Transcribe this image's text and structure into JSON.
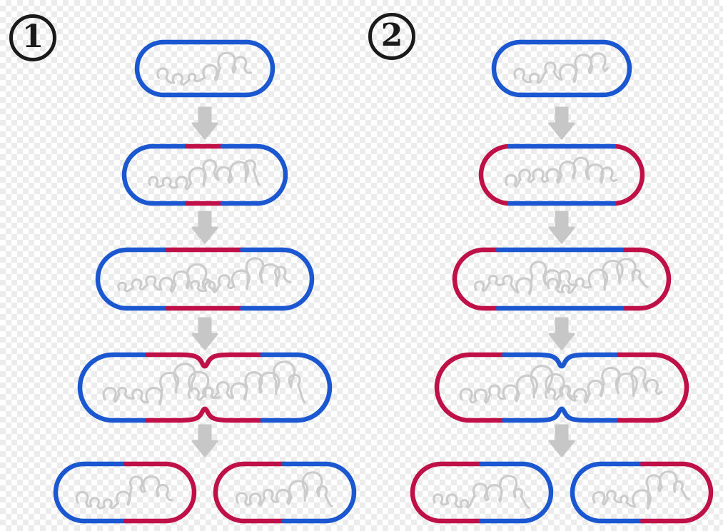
{
  "labels": {
    "column1": "1",
    "column2": "2"
  },
  "colors": {
    "old_wall": "#1a57d0",
    "new_wall": "#c01048",
    "dna": "#cccccc",
    "arrow": "#c7c7c7",
    "label_ink": "#1a1a1a",
    "checker_light": "#ffffff",
    "checker_dark": "#ececec"
  },
  "columns": [
    {
      "id": "model-1",
      "label": "1",
      "stages": [
        {
          "name": "newborn-cell",
          "shape": "capsule",
          "caps": [
            "old",
            "old"
          ],
          "edge": [
            [
              "old",
              1.0
            ]
          ],
          "dna": 1
        },
        {
          "name": "growth-initiated",
          "shape": "capsule",
          "caps": [
            "old",
            "old"
          ],
          "edge": [
            [
              "old",
              0.33
            ],
            [
              "new",
              0.34
            ],
            [
              "old",
              0.33
            ]
          ],
          "dna": 1
        },
        {
          "name": "elongated-cell",
          "shape": "capsule",
          "caps": [
            "old",
            "old"
          ],
          "edge": [
            [
              "old",
              0.26
            ],
            [
              "new",
              0.48
            ],
            [
              "old",
              0.26
            ]
          ],
          "dna": 2
        },
        {
          "name": "dividing-cell",
          "shape": "peanut",
          "outer": "old",
          "inner": "new",
          "outer_frac": 0.52,
          "dna": 2
        },
        {
          "name": "daughter-cells",
          "shape": "pair",
          "cells": [
            {
              "caps": [
                "old",
                "new"
              ],
              "edge": [
                [
                  "old",
                  0.51
                ],
                [
                  "new",
                  0.49
                ]
              ],
              "dna": 1
            },
            {
              "caps": [
                "new",
                "old"
              ],
              "edge": [
                [
                  "new",
                  0.49
                ],
                [
                  "old",
                  0.51
                ]
              ],
              "dna": 1
            }
          ]
        }
      ]
    },
    {
      "id": "model-2",
      "label": "2",
      "stages": [
        {
          "name": "newborn-cell",
          "shape": "capsule",
          "caps": [
            "old",
            "old"
          ],
          "edge": [
            [
              "old",
              1.0
            ]
          ],
          "dna": 1
        },
        {
          "name": "growth-initiated",
          "shape": "capsule",
          "caps": [
            "new",
            "new"
          ],
          "edge": [
            [
              "old",
              1.0
            ]
          ],
          "dna": 1
        },
        {
          "name": "elongated-cell",
          "shape": "capsule",
          "caps": [
            "new",
            "new"
          ],
          "edge": [
            [
              "new",
              0.09
            ],
            [
              "old",
              0.82
            ],
            [
              "new",
              0.09
            ]
          ],
          "dna": 2
        },
        {
          "name": "dividing-cell",
          "shape": "peanut",
          "outer": "new",
          "inner": "old",
          "outer_frac": 0.52,
          "dna": 2
        },
        {
          "name": "daughter-cells",
          "shape": "pair",
          "cells": [
            {
              "caps": [
                "new",
                "old"
              ],
              "edge": [
                [
                  "new",
                  0.49
                ],
                [
                  "old",
                  0.51
                ]
              ],
              "dna": 1
            },
            {
              "caps": [
                "old",
                "new"
              ],
              "edge": [
                [
                  "old",
                  0.51
                ],
                [
                  "new",
                  0.49
                ]
              ],
              "dna": 1
            }
          ]
        }
      ]
    }
  ]
}
